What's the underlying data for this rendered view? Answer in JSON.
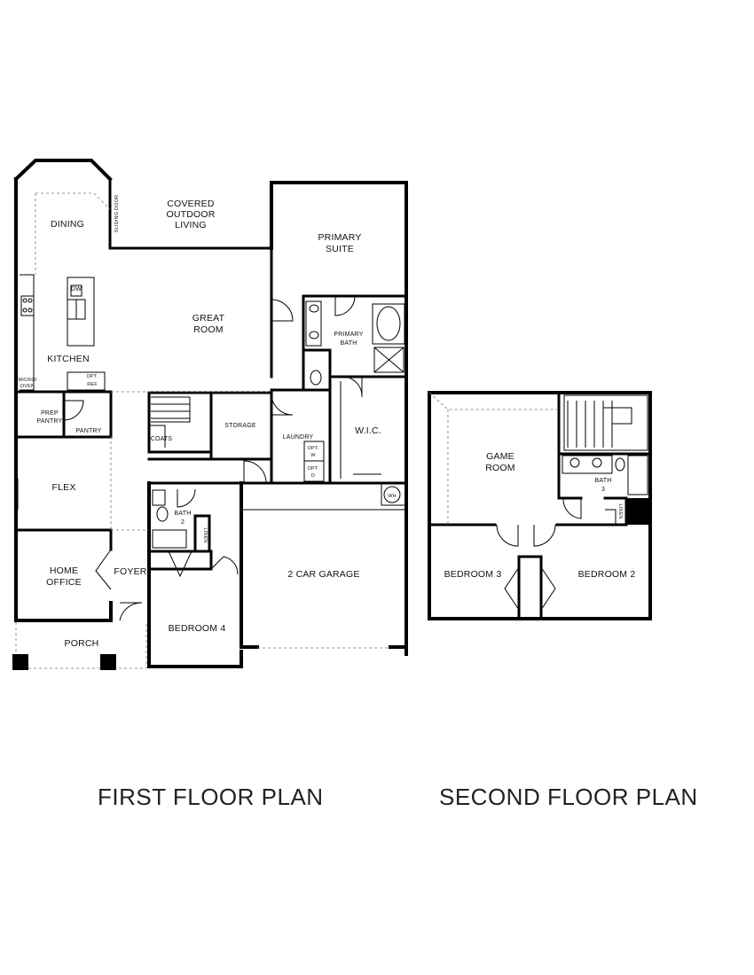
{
  "first_floor": {
    "caption": "FIRST FLOOR PLAN",
    "rooms": {
      "dining": "DINING",
      "covered_outdoor_1": "COVERED",
      "covered_outdoor_2": "OUTDOOR",
      "covered_outdoor_3": "LIVING",
      "sliding_door": "SLIDING DOOR",
      "primary_suite_1": "PRIMARY",
      "primary_suite_2": "SUITE",
      "great_room_1": "GREAT",
      "great_room_2": "ROOM",
      "primary_bath_1": "PRIMARY",
      "primary_bath_2": "BATH",
      "kitchen": "KITCHEN",
      "dw": "DW",
      "micro_oven_1": "MICRO/",
      "micro_oven_2": "OVEN",
      "opt_ref_1": "OPT.",
      "opt_ref_2": "REF",
      "wic": "W.I.C.",
      "prep_pantry_1": "PREP",
      "prep_pantry_2": "PANTRY",
      "pantry": "PANTRY",
      "coats": "COATS",
      "storage": "STORAGE",
      "laundry": "LAUNDRY",
      "opt_w_1": "OPT.",
      "opt_w_2": "W",
      "opt_d_1": "OPT.",
      "opt_d_2": "D",
      "flex": "FLEX",
      "wh": "WH",
      "bath2_1": "BATH",
      "bath2_2": "2",
      "linen": "LINEN",
      "home_office_1": "HOME",
      "home_office_2": "OFFICE",
      "foyer": "FOYER",
      "garage": "2 CAR GARAGE",
      "bedroom4": "BEDROOM 4",
      "porch": "PORCH"
    }
  },
  "second_floor": {
    "caption": "SECOND FLOOR PLAN",
    "rooms": {
      "game_room_1": "GAME",
      "game_room_2": "ROOM",
      "bath3_1": "BATH",
      "bath3_2": "3",
      "linen": "LINEN",
      "bedroom3": "BEDROOM 3",
      "bedroom2": "BEDROOM 2"
    }
  }
}
